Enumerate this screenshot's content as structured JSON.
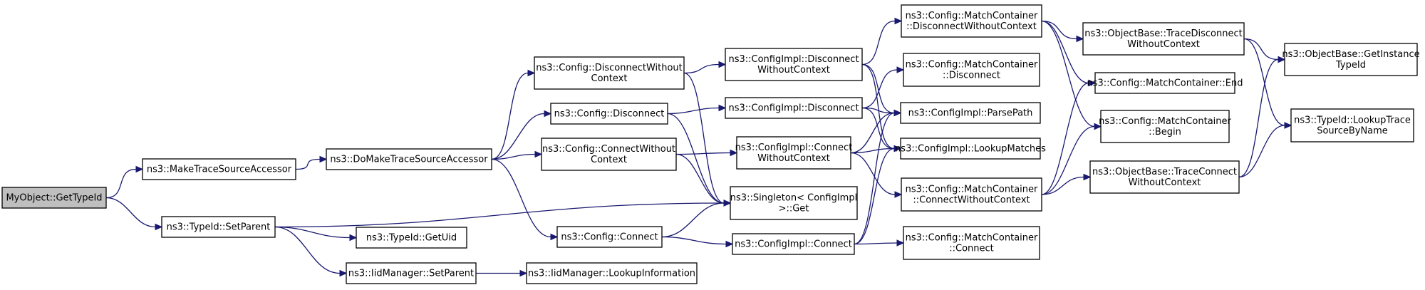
{
  "graph": {
    "title": "",
    "colors": {
      "edge": "#191970",
      "node_border": "#000000",
      "root_fill": "#bfbfbf",
      "node_fill": "#ffffff"
    },
    "nodes": [
      {
        "id": "myobject_gettypeid",
        "lines": [
          "MyObject::GetTypeId"
        ],
        "root": true
      },
      {
        "id": "maketracesourceaccessor",
        "lines": [
          "ns3::MakeTraceSourceAccessor"
        ]
      },
      {
        "id": "typeid_setparent",
        "lines": [
          "ns3::TypeId::SetParent"
        ]
      },
      {
        "id": "domaketracesourceaccessor",
        "lines": [
          "ns3::DoMakeTraceSourceAccessor"
        ]
      },
      {
        "id": "typeid_getuid",
        "lines": [
          "ns3::TypeId::GetUid"
        ]
      },
      {
        "id": "iidmanager_setparent",
        "lines": [
          "ns3::IidManager::SetParent"
        ]
      },
      {
        "id": "iidmanager_lookupinformation",
        "lines": [
          "ns3::IidManager::LookupInformation"
        ]
      },
      {
        "id": "config_disconnectwithoutcontext",
        "lines": [
          "ns3::Config::DisconnectWithout",
          "Context"
        ]
      },
      {
        "id": "config_disconnect",
        "lines": [
          "ns3::Config::Disconnect"
        ]
      },
      {
        "id": "config_connectwithoutcontext",
        "lines": [
          "ns3::Config::ConnectWithout",
          "Context"
        ]
      },
      {
        "id": "config_connect",
        "lines": [
          "ns3::Config::Connect"
        ]
      },
      {
        "id": "singleton_get",
        "lines": [
          "ns3::Singleton< ConfigImpl",
          " >::Get"
        ]
      },
      {
        "id": "configimpl_disconnectwithoutcontext",
        "lines": [
          "ns3::ConfigImpl::Disconnect",
          "WithoutContext"
        ]
      },
      {
        "id": "configimpl_disconnect",
        "lines": [
          "ns3::ConfigImpl::Disconnect"
        ]
      },
      {
        "id": "configimpl_connectwithoutcontext",
        "lines": [
          "ns3::ConfigImpl::Connect",
          "WithoutContext"
        ]
      },
      {
        "id": "configimpl_connect",
        "lines": [
          "ns3::ConfigImpl::Connect"
        ]
      },
      {
        "id": "mc_disconnectwithoutcontext",
        "lines": [
          "ns3::Config::MatchContainer",
          "::DisconnectWithoutContext"
        ]
      },
      {
        "id": "mc_disconnect",
        "lines": [
          "ns3::Config::MatchContainer",
          "::Disconnect"
        ]
      },
      {
        "id": "configimpl_parsepath",
        "lines": [
          "ns3::ConfigImpl::ParsePath"
        ]
      },
      {
        "id": "configimpl_lookupmatches",
        "lines": [
          "ns3::ConfigImpl::LookupMatches"
        ]
      },
      {
        "id": "mc_connectwithoutcontext",
        "lines": [
          "ns3::Config::MatchContainer",
          "::ConnectWithoutContext"
        ]
      },
      {
        "id": "mc_connect",
        "lines": [
          "ns3::Config::MatchContainer",
          "::Connect"
        ]
      },
      {
        "id": "objectbase_tracedisconnectwithoutcontext",
        "lines": [
          "ns3::ObjectBase::TraceDisconnect",
          "WithoutContext"
        ]
      },
      {
        "id": "mc_end",
        "lines": [
          "ns3::Config::MatchContainer::End"
        ]
      },
      {
        "id": "mc_begin",
        "lines": [
          "ns3::Config::MatchContainer",
          "::Begin"
        ]
      },
      {
        "id": "objectbase_traceconnectwithoutcontext",
        "lines": [
          "ns3::ObjectBase::TraceConnect",
          "WithoutContext"
        ]
      },
      {
        "id": "objectbase_getinstancetypeid",
        "lines": [
          "ns3::ObjectBase::GetInstance",
          "TypeId"
        ]
      },
      {
        "id": "typeid_lookuptracesourcebyname",
        "lines": [
          "ns3::TypeId::LookupTrace",
          "SourceByName"
        ]
      }
    ],
    "edges": [
      [
        "myobject_gettypeid",
        "maketracesourceaccessor"
      ],
      [
        "myobject_gettypeid",
        "typeid_setparent"
      ],
      [
        "maketracesourceaccessor",
        "domaketracesourceaccessor"
      ],
      [
        "domaketracesourceaccessor",
        "config_disconnectwithoutcontext"
      ],
      [
        "domaketracesourceaccessor",
        "config_disconnect"
      ],
      [
        "domaketracesourceaccessor",
        "config_connectwithoutcontext"
      ],
      [
        "domaketracesourceaccessor",
        "config_connect"
      ],
      [
        "typeid_setparent",
        "singleton_get"
      ],
      [
        "typeid_setparent",
        "typeid_getuid"
      ],
      [
        "typeid_setparent",
        "iidmanager_setparent"
      ],
      [
        "iidmanager_setparent",
        "iidmanager_lookupinformation"
      ],
      [
        "config_disconnectwithoutcontext",
        "configimpl_disconnectwithoutcontext"
      ],
      [
        "config_disconnectwithoutcontext",
        "singleton_get"
      ],
      [
        "config_disconnect",
        "configimpl_disconnect"
      ],
      [
        "config_disconnect",
        "singleton_get"
      ],
      [
        "config_connectwithoutcontext",
        "configimpl_connectwithoutcontext"
      ],
      [
        "config_connectwithoutcontext",
        "singleton_get"
      ],
      [
        "config_connect",
        "singleton_get"
      ],
      [
        "config_connect",
        "configimpl_connect"
      ],
      [
        "configimpl_disconnectwithoutcontext",
        "mc_disconnectwithoutcontext"
      ],
      [
        "configimpl_disconnectwithoutcontext",
        "configimpl_parsepath"
      ],
      [
        "configimpl_disconnectwithoutcontext",
        "configimpl_lookupmatches"
      ],
      [
        "configimpl_disconnect",
        "mc_disconnect"
      ],
      [
        "configimpl_disconnect",
        "configimpl_parsepath"
      ],
      [
        "configimpl_disconnect",
        "configimpl_lookupmatches"
      ],
      [
        "configimpl_connectwithoutcontext",
        "configimpl_parsepath"
      ],
      [
        "configimpl_connectwithoutcontext",
        "configimpl_lookupmatches"
      ],
      [
        "configimpl_connectwithoutcontext",
        "mc_connectwithoutcontext"
      ],
      [
        "configimpl_connect",
        "configimpl_parsepath"
      ],
      [
        "configimpl_connect",
        "configimpl_lookupmatches"
      ],
      [
        "configimpl_connect",
        "mc_connect"
      ],
      [
        "mc_disconnectwithoutcontext",
        "objectbase_tracedisconnectwithoutcontext"
      ],
      [
        "mc_disconnectwithoutcontext",
        "mc_end"
      ],
      [
        "mc_disconnectwithoutcontext",
        "mc_begin"
      ],
      [
        "mc_connectwithoutcontext",
        "mc_end"
      ],
      [
        "mc_connectwithoutcontext",
        "mc_begin"
      ],
      [
        "mc_connectwithoutcontext",
        "objectbase_traceconnectwithoutcontext"
      ],
      [
        "objectbase_tracedisconnectwithoutcontext",
        "objectbase_getinstancetypeid"
      ],
      [
        "objectbase_tracedisconnectwithoutcontext",
        "typeid_lookuptracesourcebyname"
      ],
      [
        "objectbase_traceconnectwithoutcontext",
        "objectbase_getinstancetypeid"
      ],
      [
        "objectbase_traceconnectwithoutcontext",
        "typeid_lookuptracesourcebyname"
      ]
    ]
  }
}
